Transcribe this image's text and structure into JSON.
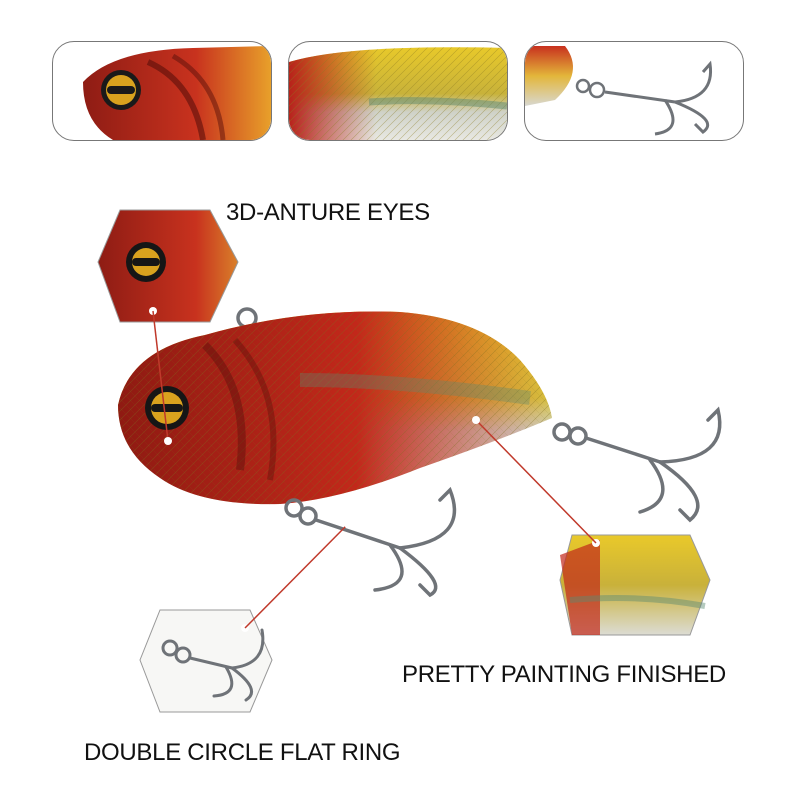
{
  "labels": {
    "eyes": "3D-ANTURE EYES",
    "painting": "PRETTY PAINTING FINISHED",
    "ring": "DOUBLE CIRCLE FLAT RING"
  },
  "colors": {
    "head_red": "#b8221a",
    "body_yellow": "#e9c928",
    "belly_silver": "#d9d9d4",
    "hook_steel": "#6f7378",
    "leader_line": "#c0392b"
  },
  "thumbnails": [
    "head-eye-closeup",
    "body-scale-closeup",
    "tail-hook-closeup"
  ]
}
